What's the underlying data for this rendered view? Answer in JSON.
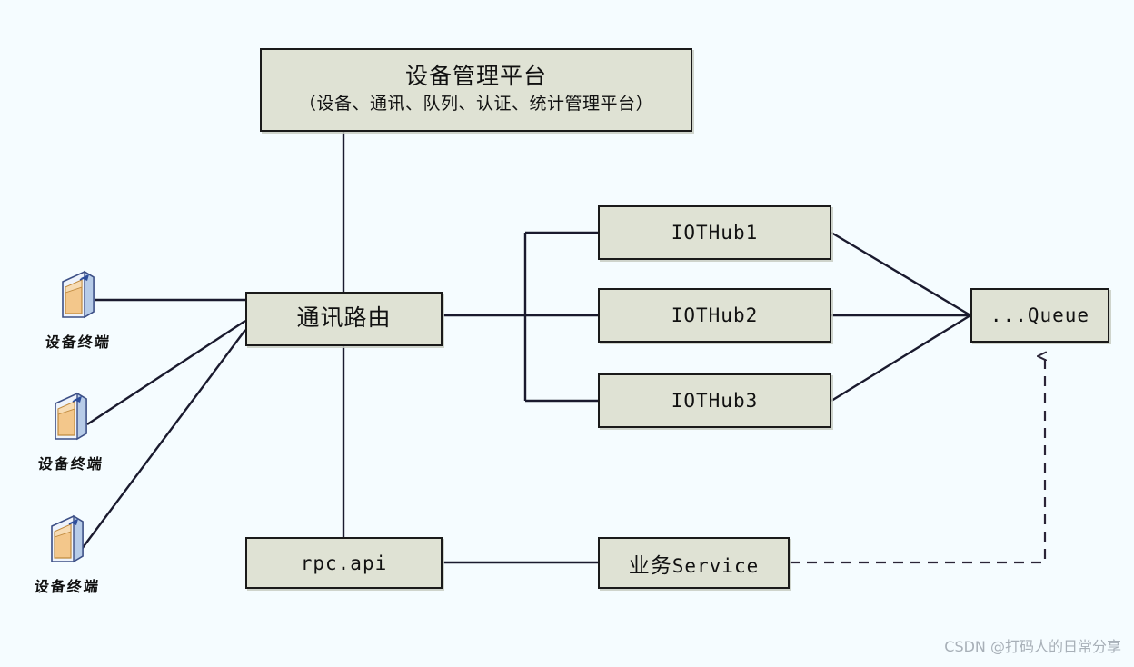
{
  "diagram": {
    "background_color": "#f5fcff",
    "node_fill_color": "#dfe2d4",
    "node_border_color": "#1a1a1a",
    "connector_color": "#1a1a2e",
    "nodes": {
      "platform": {
        "title": "设备管理平台",
        "subtitle": "（设备、通讯、队列、认证、统计管理平台）"
      },
      "router": {
        "title": "通讯路由"
      },
      "iothub1": {
        "title": "IOTHub1"
      },
      "iothub2": {
        "title": "IOTHub2"
      },
      "iothub3": {
        "title": "IOTHub3"
      },
      "queue": {
        "title": "...Queue"
      },
      "rpc_api": {
        "title": "rpc.api"
      },
      "service": {
        "title_cn": "业务",
        "title_en": "Service"
      }
    },
    "terminals": [
      {
        "label": "设备终端"
      },
      {
        "label": "设备终端"
      },
      {
        "label": "设备终端"
      }
    ]
  },
  "watermark": {
    "text": "CSDN @打码人的日常分享"
  }
}
